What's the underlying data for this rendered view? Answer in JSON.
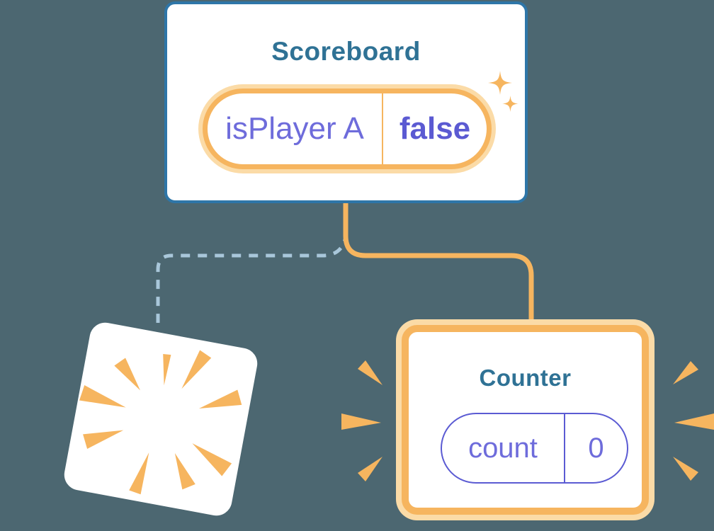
{
  "diagram": {
    "scoreboard": {
      "title": "Scoreboard",
      "state_key": "isPlayer A",
      "state_value": "false"
    },
    "counter": {
      "title": "Counter",
      "state_key": "count",
      "state_value": "0"
    }
  },
  "colors": {
    "bg": "#4C6771",
    "card-bg": "#FFFFFF",
    "blue-border": "#2E76A8",
    "title-blue": "#2F7295",
    "orange": "#F6B55F",
    "orange-halo": "#FBDBA7",
    "purple": "#6E6CDB",
    "purple-strong": "#5B5AD2",
    "pill-border-purple": "#5B5BD3",
    "dashed-blue": "#A9C7DA"
  }
}
